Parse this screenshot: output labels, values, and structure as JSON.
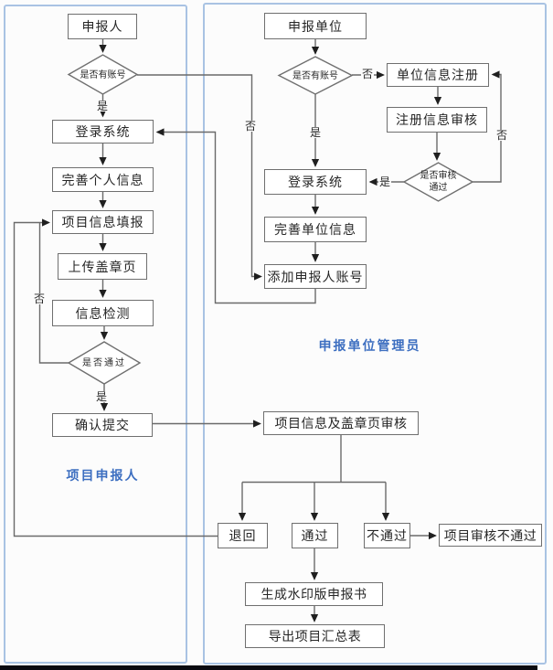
{
  "nodes": {
    "applicant_start": "申报人",
    "applicant_has_account": "是否有账号",
    "applicant_login": "登录系统",
    "applicant_complete_info": "完善个人信息",
    "project_info_fill": "项目信息填报",
    "upload_stamp_page": "上传盖章页",
    "info_check": "信息检测",
    "check_passed": "是否通过",
    "confirm_submit": "确认提交",
    "unit_start": "申报单位",
    "unit_has_account": "是否有账号",
    "unit_register": "单位信息注册",
    "register_review": "注册信息审核",
    "review_passed": "是否审核通过",
    "unit_login": "登录系统",
    "unit_complete_info": "完善单位信息",
    "add_applicant_account": "添加申报人账号",
    "project_review": "项目信息及盖章页审核",
    "return_back": "退回",
    "pass": "通过",
    "fail": "不通过",
    "review_failed": "项目审核不通过",
    "generate_watermark": "生成水印版申报书",
    "export_summary": "导出项目汇总表"
  },
  "labels": {
    "yes": "是",
    "no": "否",
    "applicant_lane": "项目申报人",
    "unit_lane": "申报单位管理员"
  },
  "colors": {
    "lane_border": "#a9c3e3",
    "box_border": "#6f6f6f",
    "line": "#6a6a6a",
    "arrowhead": "#1f1f1f",
    "lane_label": "#3c6ec0",
    "text": "#262626",
    "bottom_bar": "#0a0a10"
  }
}
